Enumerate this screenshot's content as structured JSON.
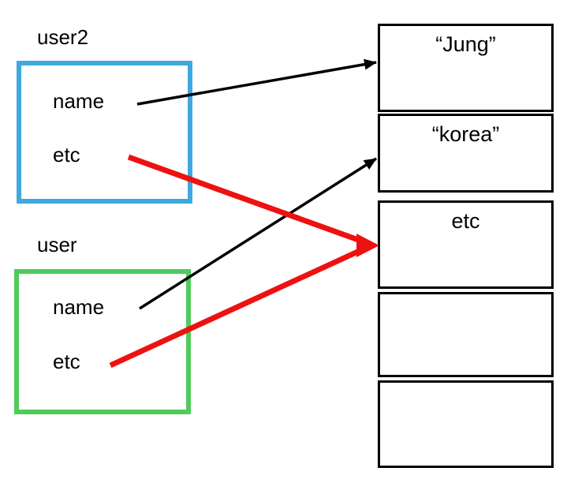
{
  "diagram": {
    "user2": {
      "label": "user2",
      "fields": {
        "name": "name",
        "etc": "etc"
      }
    },
    "user": {
      "label": "user",
      "fields": {
        "name": "name",
        "etc": "etc"
      }
    },
    "memory": {
      "cells": [
        "“Jung”",
        "“korea”",
        "etc",
        "",
        ""
      ]
    },
    "colors": {
      "user2_border_blue": "#3FA8DF",
      "user_border_green": "#4FCB5C",
      "reference_arrow_black": "#000000",
      "etc_arrow_red": "#EE1111",
      "memory_border_black": "#000000",
      "background": "#FFFFFF",
      "text": "#000000"
    }
  }
}
